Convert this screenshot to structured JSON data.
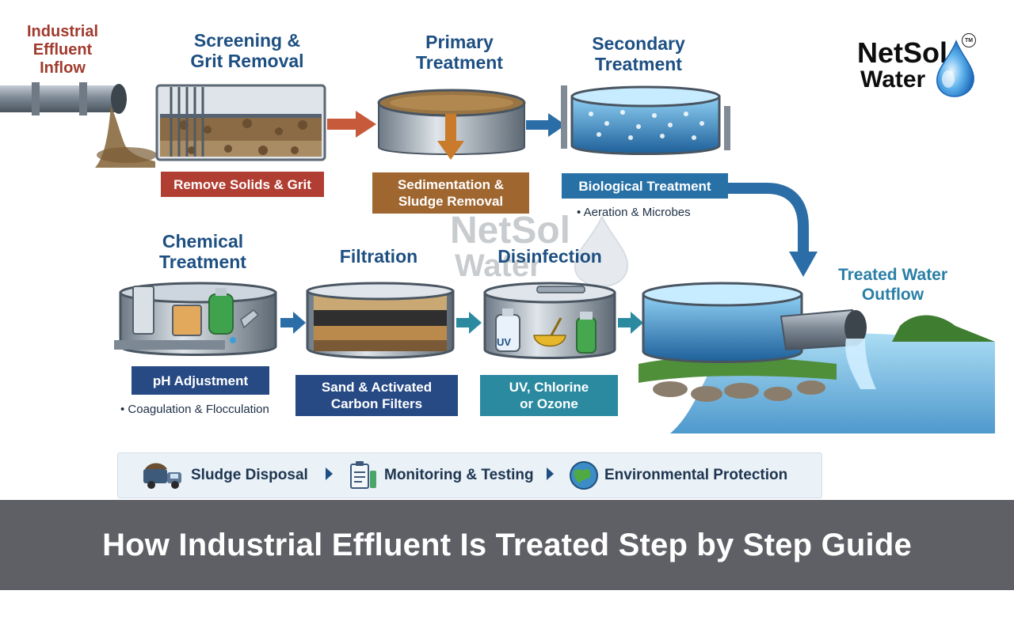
{
  "logo": {
    "line1": "NetSol",
    "line2": "Water",
    "trademark": "TM"
  },
  "watermark": {
    "line1": "NetSol",
    "line2": "Water"
  },
  "inflow": {
    "title_l1": "Industrial",
    "title_l2": "Effluent",
    "title_l3": "Inflow"
  },
  "stages": {
    "screening": {
      "title_l1": "Screening &",
      "title_l2": "Grit Removal",
      "label": "Remove Solids & Grit"
    },
    "primary": {
      "title_l1": "Primary",
      "title_l2": "Treatment",
      "label_l1": "Sedimentation &",
      "label_l2": "Sludge Removal"
    },
    "secondary": {
      "title_l1": "Secondary",
      "title_l2": "Treatment",
      "label": "Biological Treatment",
      "bullet": "• Aeration & Microbes"
    },
    "chemical": {
      "title_l1": "Chemical",
      "title_l2": "Treatment",
      "label": "pH Adjustment",
      "bullet": "• Coagulation & Flocculation"
    },
    "filtration": {
      "title": "Filtration",
      "label_l1": "Sand & Activated",
      "label_l2": "Carbon Filters"
    },
    "disinfection": {
      "title": "Disinfection",
      "label_l1": "UV, Chlorine",
      "label_l2": "or Ozone",
      "uv_text": "UV"
    },
    "outflow": {
      "title_l1": "Treated Water",
      "title_l2": "Outflow"
    }
  },
  "bottom_bar": [
    {
      "icon": "truck-icon",
      "label": "Sludge Disposal"
    },
    {
      "icon": "clipboard-icon",
      "label": "Monitoring & Testing"
    },
    {
      "icon": "globe-icon",
      "label": "Environmental Protection"
    }
  ],
  "banner": {
    "text": "How Industrial Effluent Is Treated Step by Step Guide"
  },
  "colors": {
    "title_blue": "#1d4f82",
    "inflow_red": "#a13b2e",
    "label_red": "#b13e32",
    "label_brown": "#a0662f",
    "label_blue": "#2771a6",
    "label_navy": "#274a85",
    "label_teal": "#2b8aa0",
    "arrow_red": "#c75a3b",
    "arrow_blue": "#2b6da6",
    "banner_gray": "#5f6066"
  }
}
